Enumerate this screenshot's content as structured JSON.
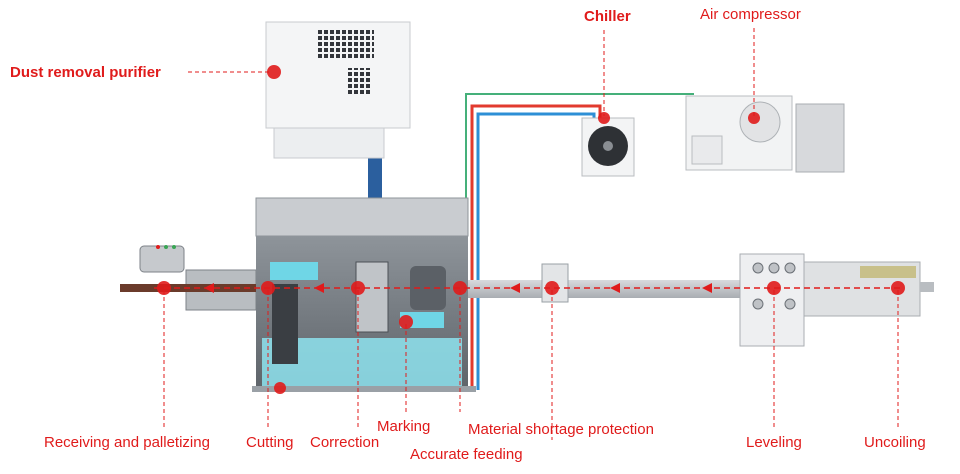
{
  "labels": {
    "dust_removal_purifier": "Dust removal purifier",
    "chiller": "Chiller",
    "air_compressor": "Air compressor",
    "receiving_and_palletizing": "Receiving and palletizing",
    "cutting": "Cutting",
    "correction": "Correction",
    "marking": "Marking",
    "accurate_feeding": "Accurate feeding",
    "material_shortage_protection": "Material shortage protection",
    "leveling": "Leveling",
    "uncoiling": "Uncoiling"
  },
  "colors": {
    "accent_red": "#e01b1b",
    "machine_gray": "#c9ccd0",
    "machine_light": "#f2f3f4",
    "machine_dark": "#7d8288",
    "coolant_cyan": "#6fd6e6",
    "pipe_blue": "#2d8fd6",
    "pipe_red": "#e23a2e",
    "pipe_green": "#45b07a"
  },
  "flow_direction": "right-to-left"
}
